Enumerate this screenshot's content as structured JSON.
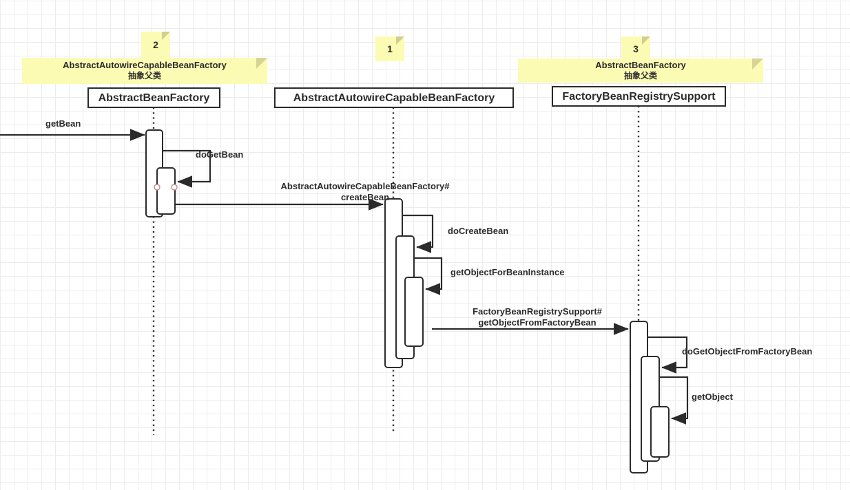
{
  "diagram": {
    "type": "uml-sequence-diagram",
    "background": "#ffffff",
    "grid_color": "#ececec",
    "line_color": "#2b2b2b",
    "note_color": "#fbfbb4",
    "handle_color": "#c08a8a"
  },
  "notes": [
    {
      "id": "note-1",
      "badge": "1",
      "title": "",
      "subtitle": ""
    },
    {
      "id": "note-2",
      "badge": "2",
      "title": "AbstractAutowireCapableBeanFactory",
      "subtitle": "抽象父类"
    },
    {
      "id": "note-3",
      "badge": "3",
      "title": "AbstractBeanFactory",
      "subtitle": "抽象父类"
    }
  ],
  "lifelines": [
    {
      "id": "lifeline-abstract-bean-factory",
      "label": "AbstractBeanFactory"
    },
    {
      "id": "lifeline-abstract-autowire-capable-bean-factory",
      "label": "AbstractAutowireCapableBeanFactory"
    },
    {
      "id": "lifeline-factory-bean-registry-support",
      "label": "FactoryBeanRegistrySupport"
    }
  ],
  "messages": [
    {
      "id": "msg-get-bean",
      "label": "getBean",
      "kind": "call"
    },
    {
      "id": "msg-do-get-bean",
      "label": "doGetBean",
      "kind": "self-call"
    },
    {
      "id": "msg-create-bean",
      "label": "AbstractAutowireCapableBeanFactory#\ncreateBean",
      "kind": "call"
    },
    {
      "id": "msg-do-create-bean",
      "label": "doCreateBean",
      "kind": "self-call"
    },
    {
      "id": "msg-get-object-for-bean-instance",
      "label": "getObjectForBeanInstance",
      "kind": "self-call"
    },
    {
      "id": "msg-get-object-from-factory-bean",
      "label": "FactoryBeanRegistrySupport#\ngetObjectFromFactoryBean",
      "kind": "call"
    },
    {
      "id": "msg-do-get-object-from-factory-bean",
      "label": "doGetObjectFromFactoryBean",
      "kind": "self-call"
    },
    {
      "id": "msg-get-object",
      "label": "getObject",
      "kind": "self-call"
    }
  ]
}
